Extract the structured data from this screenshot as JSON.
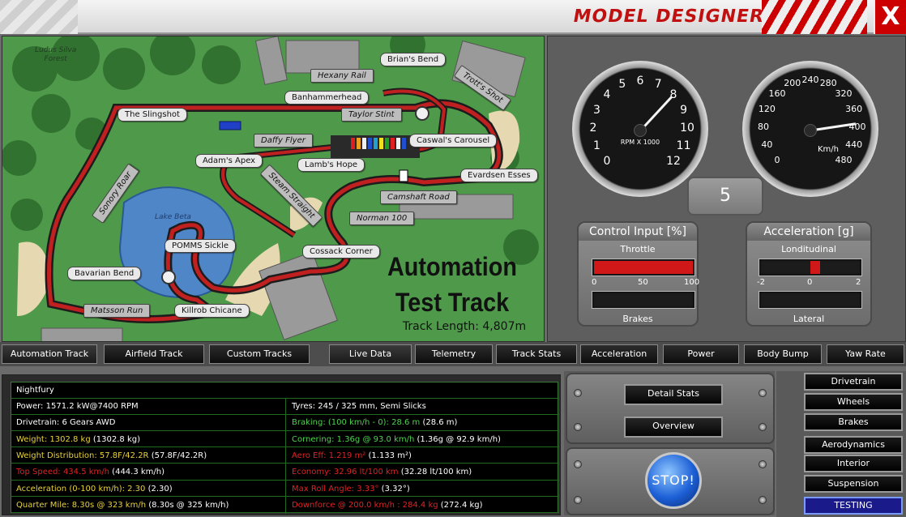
{
  "header": {
    "title": "MODEL DESIGNER",
    "close_label": "X"
  },
  "map": {
    "forest_label": "Ludus Silva\nForest",
    "lake_label": "Lake Beta",
    "title_line1": "Automation",
    "title_line2": "Test Track",
    "track_length": "Track Length: 4,807m",
    "labels": {
      "brians_bend": "Brian's Bend",
      "hexany_rail": "Hexany Rail",
      "trotts_shot": "Trott's Shot",
      "banhammerhead": "Banhammerhead",
      "taylor_stint": "Taylor Stint",
      "the_slingshot": "The Slingshot",
      "daffy_flyer": "Daffy Flyer",
      "caswals_carousel": "Caswal's Carousel",
      "adams_apex": "Adam's Apex",
      "lambs_hope": "Lamb's Hope",
      "evardsen_esses": "Evardsen Esses",
      "sonory_roar": "Sonory Roar",
      "steam_straight": "Steam Straight",
      "camshaft_road": "Camshaft Road",
      "norman_100": "Norman 100",
      "pomms_sickle": "POMMS Sickle",
      "cossack_corner": "Cossack Corner",
      "bavarian_bend": "Bavarian Bend",
      "matsson_run": "Matsson Run",
      "killrob_chicane": "Killrob Chicane"
    }
  },
  "gauges": {
    "rpm": {
      "ticks": [
        "0",
        "1",
        "2",
        "3",
        "4",
        "5",
        "6",
        "7",
        "8",
        "9",
        "10",
        "11",
        "12"
      ],
      "unit": "RPM X 1000",
      "value": 7.9
    },
    "speed": {
      "ticks": [
        "0",
        "40",
        "80",
        "120",
        "160",
        "200",
        "240",
        "280",
        "320",
        "360",
        "400",
        "440",
        "480"
      ],
      "unit": "Km/h",
      "value": 385
    },
    "gear": "5"
  },
  "control_input": {
    "title": "Control Input [%]",
    "throttle_label": "Throttle",
    "brakes_label": "Brakes",
    "ticks": [
      "0",
      "50",
      "100"
    ],
    "throttle_value": 100,
    "brakes_value": 0
  },
  "acceleration": {
    "title": "Acceleration [g]",
    "longitudinal_label": "Londitudinal",
    "lateral_label": "Lateral",
    "ticks": [
      "-2",
      "0",
      "2"
    ],
    "longitudinal_value": 0.2,
    "lateral_value": 0
  },
  "tabs": {
    "left": [
      "Automation Track",
      "Airfield Track",
      "Custom Tracks"
    ],
    "right": [
      "Live Data",
      "Telemetry",
      "Track Stats",
      "Acceleration",
      "Power",
      "Body Bump",
      "Yaw Rate"
    ]
  },
  "stats": {
    "name": "Nightfury",
    "left": [
      {
        "main": "Power: 1571.2 kW@7400 RPM",
        "paren": "",
        "color": "w"
      },
      {
        "main": "Drivetrain: 6 Gears AWD",
        "paren": "",
        "color": "w"
      },
      {
        "main": "Weight: 1302.8 kg",
        "paren": " (1302.8 kg)",
        "color": "y"
      },
      {
        "main": "Weight Distribution: 57.8F/42.2R",
        "paren": " (57.8F/42.2R)",
        "color": "y"
      },
      {
        "main": "Top Speed: 434.5 km/h",
        "paren": " (444.3 km/h)",
        "color": "r"
      },
      {
        "main": "Acceleration (0-100 km/h): 2.30",
        "paren": " (2.30)",
        "color": "y"
      },
      {
        "main": "Quarter Mile: 8.30s @ 323 km/h",
        "paren": " (8.30s @ 325 km/h)",
        "color": "y"
      }
    ],
    "right": [
      {
        "main": "Tyres: 245 / 325 mm, Semi Slicks",
        "paren": "",
        "color": "w"
      },
      {
        "main": "Braking: (100 km/h - 0): 28.6 m",
        "paren": " (28.6 m)",
        "color": "g"
      },
      {
        "main": "Cornering: 1.36g @ 93.0 km/h",
        "paren": " (1.36g @ 92.9 km/h)",
        "color": "g"
      },
      {
        "main": "Aero Eff: 1.219 m²",
        "paren": " (1.133 m²)",
        "color": "r"
      },
      {
        "main": "Economy: 32.96 lt/100 km",
        "paren": " (32.28 lt/100 km)",
        "color": "r"
      },
      {
        "main": "Max Roll Angle: 3.33°",
        "paren": " (3.32°)",
        "color": "r"
      },
      {
        "main": "Downforce @ 200.0 km/h : 284.4 kg",
        "paren": " (272.4 kg)",
        "color": "r"
      }
    ]
  },
  "controls": {
    "detail_stats": "Detail Stats",
    "overview": "Overview",
    "stop": "STOP!"
  },
  "side_buttons": [
    "Drivetrain",
    "Wheels",
    "Brakes",
    "Aerodynamics",
    "Interior",
    "Suspension",
    "TESTING"
  ],
  "colors": {
    "accent_red": "#c01010",
    "stop_blue": "#1c5fd6",
    "grass": "#4f9a4a"
  }
}
